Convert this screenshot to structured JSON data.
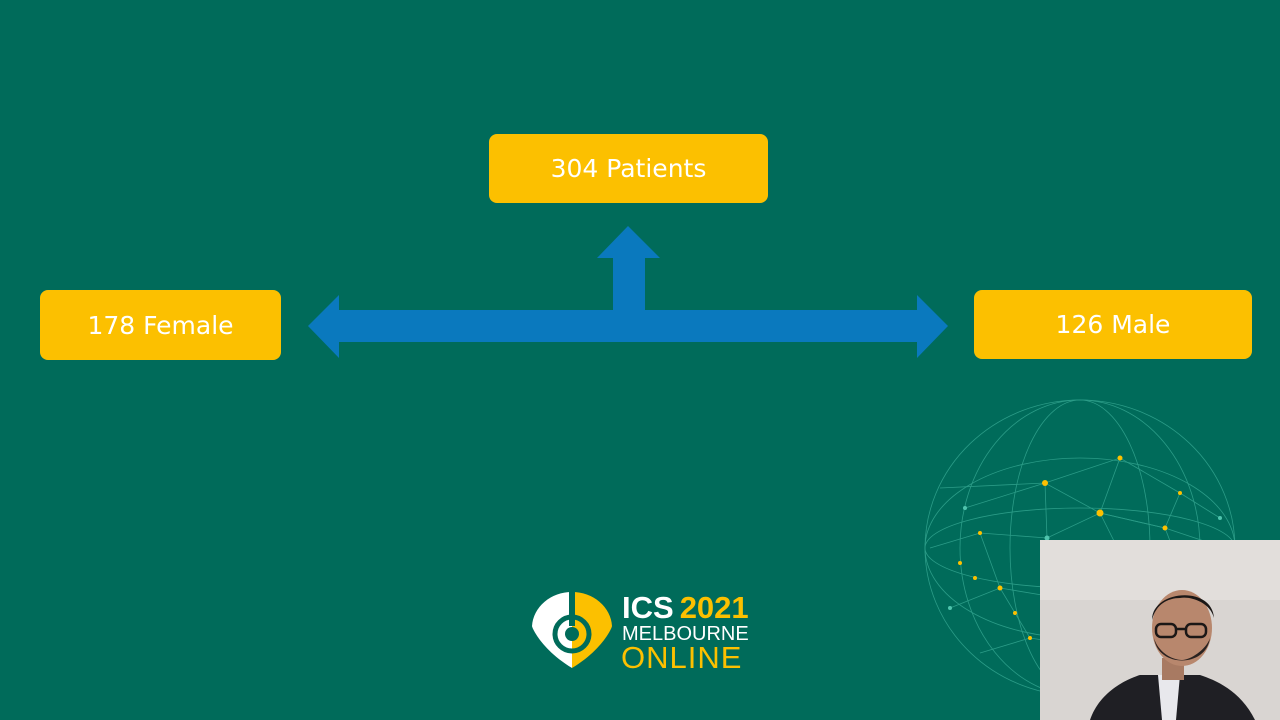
{
  "diagram": {
    "total_label": "304 Patients",
    "female_label": "178 Female",
    "male_label": "126 Male"
  },
  "logo": {
    "line1_a": "ICS",
    "line1_b": "2021",
    "city": "MELBOURNE",
    "online": "ONLINE"
  },
  "colors": {
    "background": "#006b5a",
    "box": "#fcc000",
    "arrow": "#0a79be",
    "text": "#ffffff"
  }
}
